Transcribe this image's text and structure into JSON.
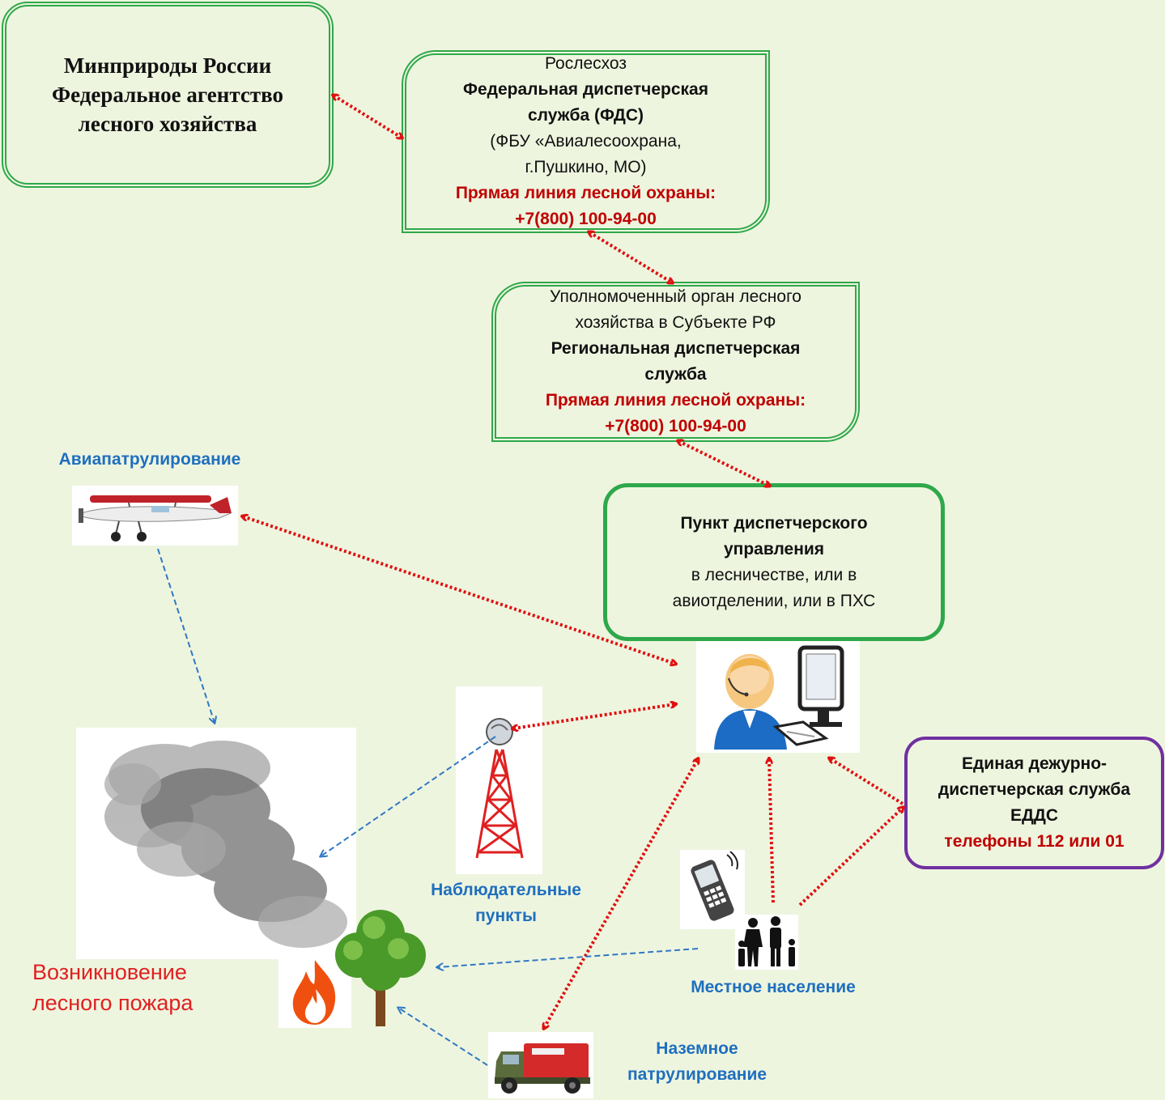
{
  "nodes": {
    "ministry": [
      "Минприроды России",
      "Федеральное агентство",
      "лесного хозяйства"
    ],
    "fds": {
      "org": "Рослесхоз",
      "name": [
        "Федеральная диспетчерская",
        "служба (ФДС)"
      ],
      "detail": [
        "(ФБУ «Авиалесоохрана,",
        "г.Пушкино, МО)"
      ],
      "hotline_label": "Прямая линия лесной охраны:",
      "hotline_phone": "+7(800) 100-94-00"
    },
    "regional": {
      "org": [
        "Уполномоченный орган лесного",
        "хозяйства в Субъекте РФ"
      ],
      "name": [
        "Региональная диспетчерская",
        "служба"
      ],
      "hotline_label": "Прямая линия лесной охраны:",
      "hotline_phone": "+7(800) 100-94-00"
    },
    "dispatch_point": {
      "name": [
        "Пункт диспетчерского",
        "управления"
      ],
      "detail": [
        "в лесничестве, или в",
        "авиотделении, или в ПХС"
      ]
    },
    "edds": {
      "name": [
        "Единая дежурно-",
        "диспетчерская служба",
        "ЕДДС"
      ],
      "phones": "телефоны 112 или 01"
    }
  },
  "labels": {
    "air_patrol": "Авиапатрулирование",
    "observation": [
      "Наблюдательные",
      "пункты"
    ],
    "population": "Местное население",
    "ground_patrol": [
      "Наземное",
      "патрулирование"
    ],
    "fire": [
      "Возникновение",
      "лесного пожара"
    ]
  },
  "icons": [
    "airplane-icon",
    "operator-icon",
    "tower-icon",
    "smoke-icon",
    "fire-icon",
    "tree-icon",
    "phone-icon",
    "family-icon",
    "truck-icon"
  ],
  "colors": {
    "background": "#eef5df",
    "green_border": "#2ea84a",
    "purple_border": "#7030a0",
    "red_text": "#c00000",
    "label_blue": "#1f6fbf",
    "fire_red": "#e02020",
    "arrow_red": "#e01010",
    "arrow_blue": "#2f78c4"
  }
}
